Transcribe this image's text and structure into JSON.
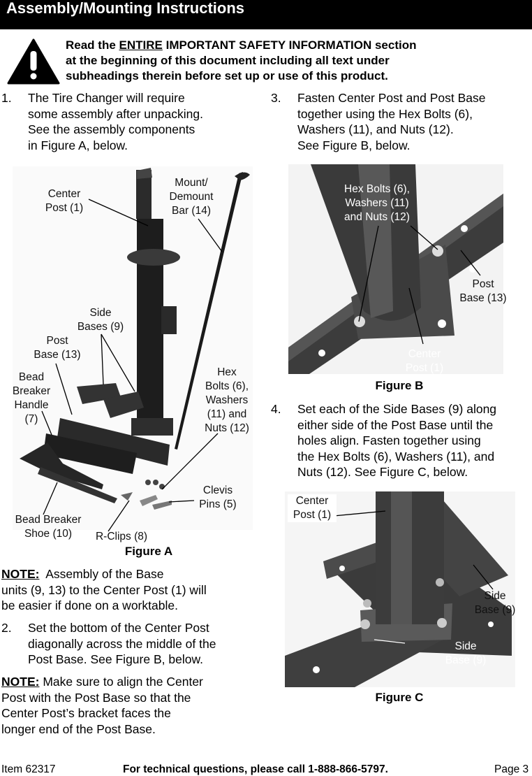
{
  "header": {
    "title": "Assembly/Mounting Instructions"
  },
  "warning": {
    "icon": "warning-triangle-icon",
    "line1_pre": "Read the ",
    "line1_underline": "ENTIRE",
    "line1_post": " IMPORTANT SAFETY INFORMATION section",
    "line2": "at the beginning of this document including all text under",
    "line3": "subheadings therein before set up or use of this product."
  },
  "steps": {
    "s1": {
      "num": "1.",
      "lines": [
        "The Tire Changer will require",
        "some assembly after unpacking.",
        "See the assembly components",
        "in Figure A, below."
      ]
    },
    "s2": {
      "num": "2.",
      "lines": [
        "Set the bottom of the Center Post",
        "diagonally across the middle of the",
        "Post Base.  See Figure B, below."
      ]
    },
    "s3": {
      "num": "3.",
      "lines": [
        "Fasten Center Post and Post Base",
        "together using the Hex Bolts (6),",
        "Washers (11), and Nuts (12).",
        "See Figure B, below."
      ]
    },
    "s4": {
      "num": "4.",
      "lines": [
        "Set each of the Side Bases (9) along",
        "either side of the Post Base until the",
        "holes align.  Fasten together using",
        "the Hex Bolts (6), Washers (11), and",
        "Nuts (12).  See Figure C, below."
      ]
    }
  },
  "notes": {
    "n1": {
      "label": "NOTE:",
      "lines": [
        "  Assembly of the Base",
        "units (9, 13) to the Center Post (1) will",
        "be easier if done on a worktable."
      ]
    },
    "n2": {
      "label": "NOTE:",
      "lines": [
        " Make sure to align the Center",
        "Post with the Post Base so that the",
        "Center Post’s bracket faces the",
        "longer end of the Post Base."
      ]
    }
  },
  "figA": {
    "caption": "Figure A",
    "labels": {
      "center_post": [
        "Center",
        "Post (1)"
      ],
      "mount_bar": [
        "Mount/",
        "Demount",
        "Bar (14)"
      ],
      "side_bases": [
        "Side",
        "Bases (9)"
      ],
      "post_base": [
        "Post",
        "Base (13)"
      ],
      "bead_handle": [
        "Bead",
        "Breaker",
        "Handle",
        "(7)"
      ],
      "hex_bolts": [
        "Hex",
        "Bolts (6),",
        "Washers",
        "(11) and",
        "Nuts (12)"
      ],
      "clevis": [
        "Clevis",
        "Pins (5)"
      ],
      "bead_shoe": [
        "Bead Breaker",
        "Shoe (10)"
      ],
      "rclips": [
        "R-Clips (8)"
      ]
    }
  },
  "figB": {
    "caption": "Figure B",
    "labels": {
      "hex": [
        "Hex Bolts (6),",
        "Washers (11)",
        "and Nuts (12)"
      ],
      "post_base": [
        "Post",
        "Base (13)"
      ],
      "center_post": [
        "Center",
        "Post (1)"
      ]
    }
  },
  "figC": {
    "caption": "Figure C",
    "labels": {
      "center_post": [
        "Center",
        "Post (1)"
      ],
      "side_base_a": [
        "Side",
        "Base (9)"
      ],
      "side_base_b": [
        "Side",
        "Base (9)"
      ]
    }
  },
  "footer": {
    "item": "Item 62317",
    "tech": "For technical questions, please call 1-888-866-5797.",
    "page": "Page 3"
  }
}
